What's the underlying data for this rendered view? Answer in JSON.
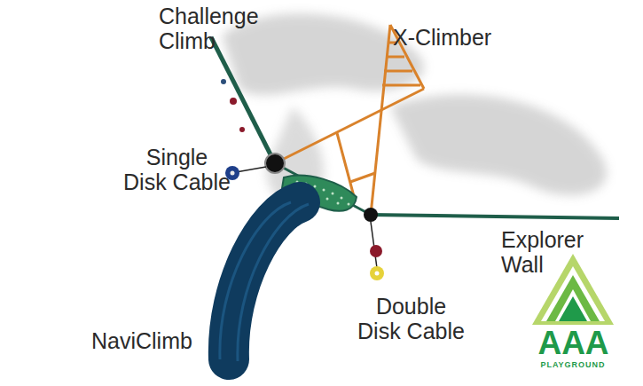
{
  "diagram": {
    "labels": [
      "Challenge Climb",
      "X-Climber",
      "Single Disk Cable",
      "Explorer Wall",
      "Double Disk Cable",
      "NaviClimb",
      "AAA",
      "PLAYGROUND"
    ]
  }
}
